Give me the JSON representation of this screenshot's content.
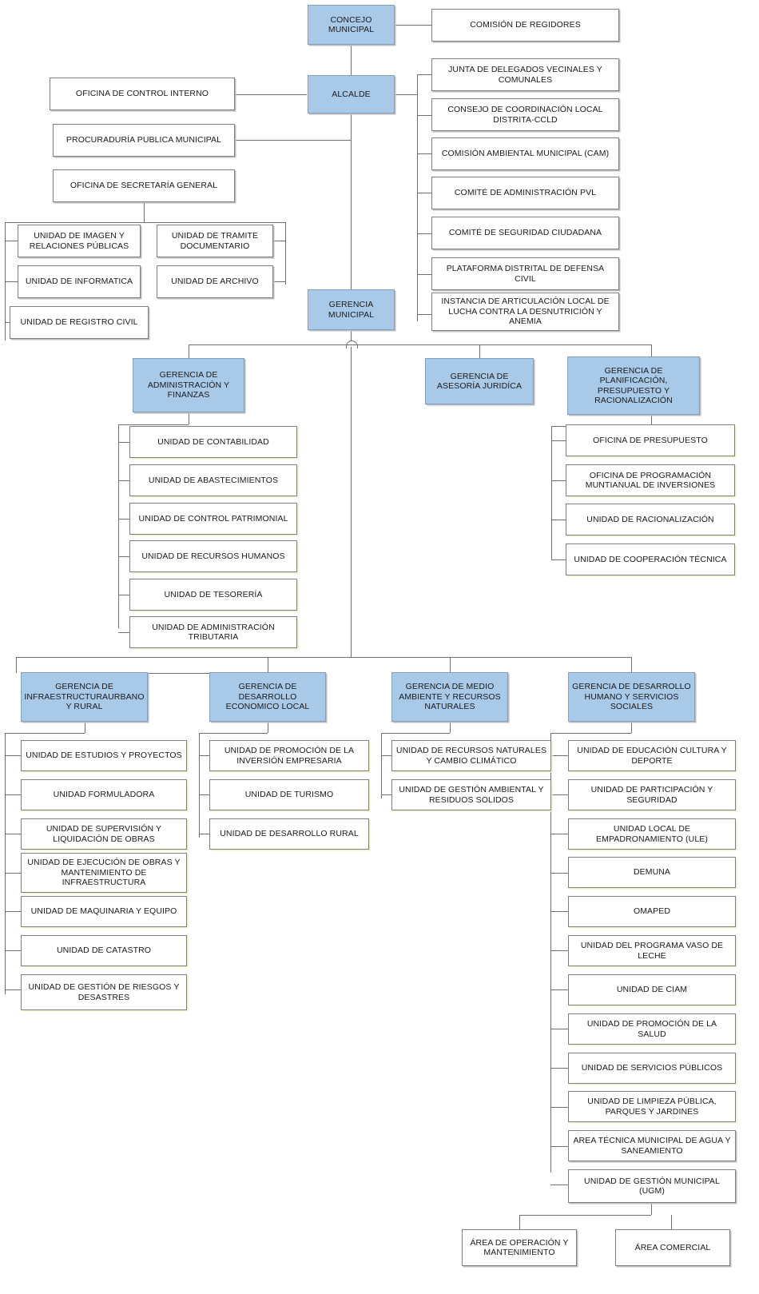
{
  "chart_data": {
    "type": "diagram",
    "title": "Organigrama Municipal",
    "colors": {
      "node_fill": "#a9c9e8",
      "node_border": "#7f9fbf",
      "plain_fill": "#ffffff",
      "plain_border": "#808080",
      "connector": "#6f6f6f",
      "shadow": "#f2f0c8"
    }
  },
  "nodes": {
    "concejo_municipal": "CONCEJO MUNICIPAL",
    "comision_regidores": "COMISIÓN DE REGIDORES",
    "alcalde": "ALCALDE",
    "oficina_control_interno": "OFICINA DE CONTROL INTERNO",
    "procuraduria": "PROCURADURÍA PUBLICA MUNICIPAL",
    "secretaria_general": "OFICINA DE SECRETARÍA GENERAL",
    "unidad_imagen": "UNIDAD DE IMAGEN Y RELACIONES PÚBLICAS",
    "unidad_tramite": "UNIDAD DE TRAMITE DOCUMENTARIO",
    "unidad_informatica": "UNIDAD DE INFORMATICA",
    "unidad_archivo": "UNIDAD DE ARCHIVO",
    "unidad_registro_civil": "UNIDAD DE REGISTRO CIVIL",
    "junta_delegados": "JUNTA DE DELEGADOS VECINALES Y COMUNALES",
    "ccld": "CONSEJO DE COORDINACIÓN LOCAL DISTRITA-CCLD",
    "cam": "COMISIÓN AMBIENTAL MUNICIPAL (CAM)",
    "comite_pvl": "COMITÉ DE ADMINISTRACIÓN PVL",
    "comite_seguridad": "COMITÉ DE SEGURIDAD CIUDADANA",
    "plataforma_defensa": "PLATAFORMA DISTRITAL DE DEFENSA CIVIL",
    "instancia_articulacion": "INSTANCIA DE ARTICULACIÓN LOCAL DE LUCHA CONTRA LA DESNUTRICIÓN Y ANEMIA",
    "gerencia_municipal": "GERENCIA MUNICIPAL",
    "gerencia_admin": "GERENCIA DE ADMINISTRACIÓN Y FINANZAS",
    "gerencia_juridica": "GERENCIA DE ASESORÍA JURIDÍCA",
    "gerencia_planificacion": "GERENCIA DE PLANIFICACIÓN, PRESUPUESTO Y RACIONALIZACIÓN",
    "u_contabilidad": "UNIDAD DE CONTABILIDAD",
    "u_abastecimientos": "UNIDAD DE ABASTECIMIENTOS",
    "u_control_patrimonial": "UNIDAD DE CONTROL PATRIMONIAL",
    "u_recursos_humanos": "UNIDAD DE RECURSOS HUMANOS",
    "u_tesoreria": "UNIDAD DE TESORERÍA",
    "u_admin_tributaria": "UNIDAD DE ADMINISTRACIÓN TRIBUTARIA",
    "o_presupuesto": "OFICINA DE PRESUPUESTO",
    "o_programacion": "OFICINA DE PROGRAMACIÓN MUNTIANUAL DE INVERSIONES",
    "u_racionalizacion": "UNIDAD DE RACIONALIZACIÓN",
    "u_cooperacion": "UNIDAD DE COOPERACIÓN TÉCNICA",
    "gerencia_infra": "GERENCIA DE INFRAESTRUCTURAURBANO Y RURAL",
    "gerencia_economico": "GERENCIA DE DESARROLLO ECONOMICO LOCAL",
    "gerencia_ambiente": "GERENCIA DE MEDIO AMBIENTE Y RECURSOS NATURALES",
    "gerencia_humano": "GERENCIA DE DESARROLLO HUMANO Y SERVICIOS SOCIALES",
    "u_estudios": "UNIDAD DE ESTUDIOS Y PROYECTOS",
    "u_formuladora": "UNIDAD FORMULADORA",
    "u_supervision": "UNIDAD DE SUPERVISIÓN Y LIQUIDACIÓN DE OBRAS",
    "u_ejecucion": "UNIDAD DE EJECUCIÓN DE OBRAS Y MANTENIMIENTO DE INFRAESTRUCTURA",
    "u_maquinaria": "UNIDAD DE MAQUINARIA Y EQUIPO",
    "u_catastro": "UNIDAD DE CATASTRO",
    "u_riesgos": "UNIDAD DE GESTIÓN DE RIESGOS Y DESASTRES",
    "u_promocion_inversion": "UNIDAD DE PROMOCIÓN DE LA INVERSIÓN EMPRESARIA",
    "u_turismo": "UNIDAD DE TURISMO",
    "u_desarrollo_rural": "UNIDAD DE DESARROLLO RURAL",
    "u_recursos_naturales": "UNIDAD DE RECURSOS NATURALES Y CAMBIO CLIMÁTICO",
    "u_gestion_ambiental": "UNIDAD DE GESTIÓN AMBIENTAL Y RESIDUOS SOLIDOS",
    "u_educacion": "UNIDAD DE EDUCACIÓN CULTURA Y DEPORTE",
    "u_participacion": "UNIDAD DE PARTICIPACIÓN Y SEGURIDAD",
    "u_ule": "UNIDAD LOCAL DE EMPADRONAMIENTO (ULE)",
    "demuna": "DEMUNA",
    "omaped": "OMAPED",
    "u_vaso_leche": "UNIDAD DEL PROGRAMA VASO DE LECHE",
    "u_ciam": "UNIDAD DE CIAM",
    "u_promocion_salud": "UNIDAD DE PROMOCIÓN DE LA SALUD",
    "u_servicios_publicos": "UNIDAD DE SERVICIOS PÚBLICOS",
    "u_limpieza": "UNIDAD DE LIMPIEZA PÚBLICA, PARQUES Y JARDINES",
    "area_tecnica_agua": "AREA TÉCNICA MUNICIPAL DE AGUA Y SANEAMIENTO",
    "u_ugm": "UNIDAD DE GESTIÓN MUNICIPAL (UGM)",
    "area_operacion": "ÁREA DE OPERACIÓN Y MANTENIMIENTO",
    "area_comercial": "ÁREA COMERCIAL"
  }
}
